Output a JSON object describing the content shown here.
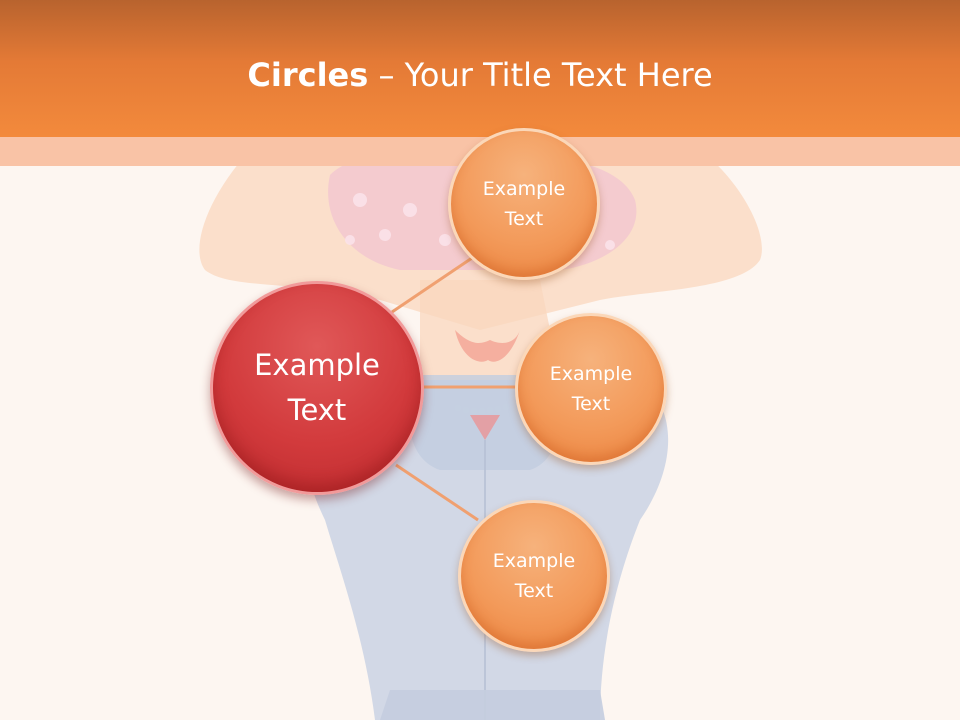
{
  "slide": {
    "title_bold": "Circles",
    "title_separator": " – ",
    "title_rest": "Your Title Text Here"
  },
  "circles": {
    "main": {
      "label": "Example\nText"
    },
    "top": {
      "label": "Example\nText"
    },
    "middle": {
      "label": "Example\nText"
    },
    "bottom": {
      "label": "Example\nText"
    }
  },
  "colors": {
    "header_orange": "#f38a3c",
    "header_band": "#f9c3a6",
    "background": "#fdf6f1",
    "main_circle_red": "#d23a3c",
    "small_circle_orange": "#f39a5a",
    "connector": "#f0a070"
  }
}
